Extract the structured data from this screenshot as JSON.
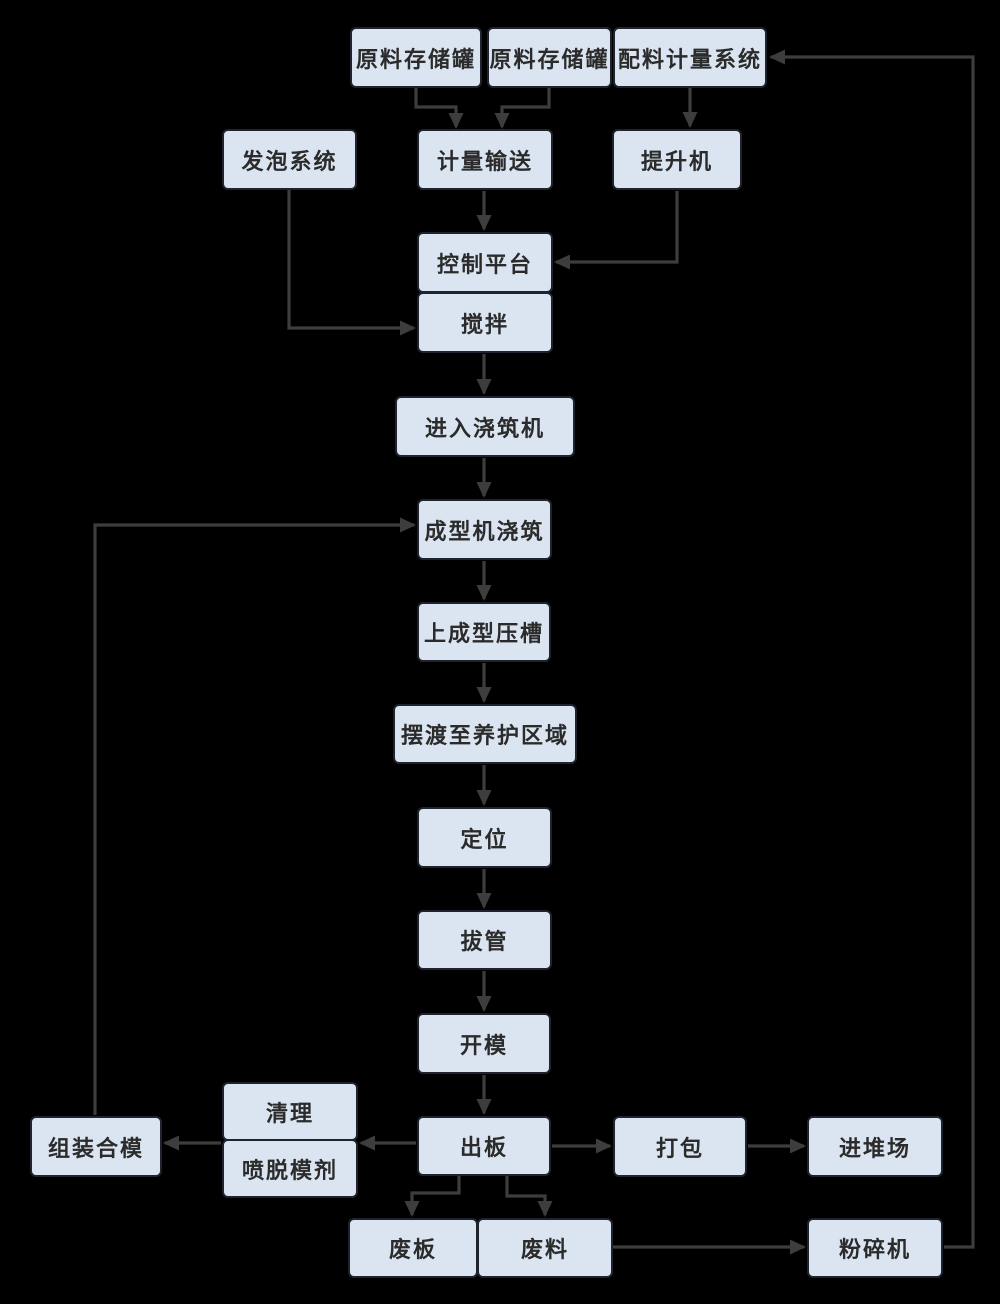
{
  "diagram": {
    "type": "flowchart",
    "background_color": "#000000",
    "node_fill_color": "#dbe5f1",
    "node_border_color": "#1e232e",
    "arrow_color": "#3d3d3d",
    "text_color": "#2b2b2b",
    "nodes": {
      "tank1": {
        "label": "原料存储罐"
      },
      "tank2": {
        "label": "原料存储罐"
      },
      "batching": {
        "label": "配料计量系统"
      },
      "foaming": {
        "label": "发泡系统"
      },
      "metering": {
        "label": "计量输送"
      },
      "hoist": {
        "label": "提升机"
      },
      "control": {
        "label": "控制平台"
      },
      "mixing": {
        "label": "搅拌"
      },
      "enter_pour": {
        "label": "进入浇筑机"
      },
      "forming_pour": {
        "label": "成型机浇筑"
      },
      "groove": {
        "label": "上成型压槽"
      },
      "ferry": {
        "label": "摆渡至养护区域"
      },
      "positioning": {
        "label": "定位"
      },
      "pipe_pull": {
        "label": "拔管"
      },
      "demold": {
        "label": "开模"
      },
      "board_out": {
        "label": "出板"
      },
      "cleaning": {
        "label": "清理"
      },
      "release_agent": {
        "label": "喷脱模剂"
      },
      "assemble": {
        "label": "组装合模"
      },
      "packing": {
        "label": "打包"
      },
      "yard": {
        "label": "进堆场"
      },
      "waste_board": {
        "label": "废板"
      },
      "waste_material": {
        "label": "废料"
      },
      "crusher": {
        "label": "粉碎机"
      }
    },
    "edges": [
      {
        "from": "tank1",
        "to": "metering"
      },
      {
        "from": "tank2",
        "to": "metering"
      },
      {
        "from": "batching",
        "to": "hoist"
      },
      {
        "from": "metering",
        "to": "control"
      },
      {
        "from": "hoist",
        "to": "control"
      },
      {
        "from": "foaming",
        "to": "mixing"
      },
      {
        "from": "mixing",
        "to": "enter_pour"
      },
      {
        "from": "enter_pour",
        "to": "forming_pour"
      },
      {
        "from": "forming_pour",
        "to": "groove"
      },
      {
        "from": "groove",
        "to": "ferry"
      },
      {
        "from": "ferry",
        "to": "positioning"
      },
      {
        "from": "positioning",
        "to": "pipe_pull"
      },
      {
        "from": "pipe_pull",
        "to": "demold"
      },
      {
        "from": "demold",
        "to": "board_out"
      },
      {
        "from": "board_out",
        "to": "cleaning/release_agent"
      },
      {
        "from": "cleaning/release_agent",
        "to": "assemble"
      },
      {
        "from": "assemble",
        "to": "forming_pour"
      },
      {
        "from": "board_out",
        "to": "packing"
      },
      {
        "from": "packing",
        "to": "yard"
      },
      {
        "from": "board_out",
        "to": "waste_board"
      },
      {
        "from": "board_out",
        "to": "waste_material"
      },
      {
        "from": "waste_material",
        "to": "crusher"
      },
      {
        "from": "crusher",
        "to": "batching"
      }
    ]
  }
}
